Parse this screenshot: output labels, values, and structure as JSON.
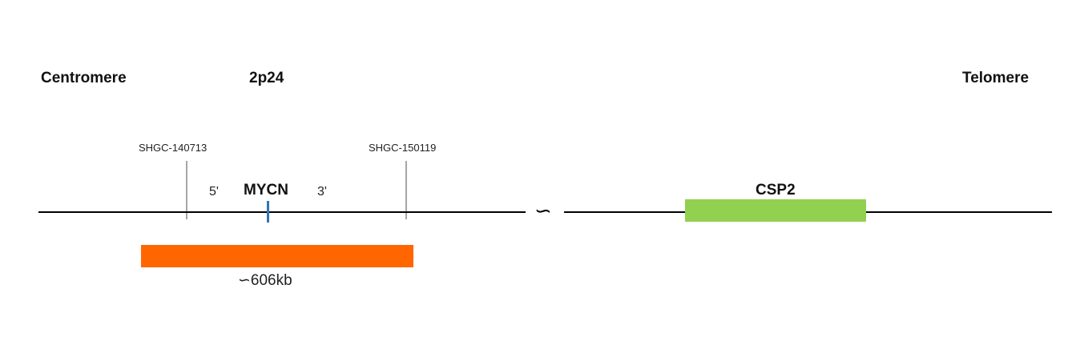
{
  "labels": {
    "centromere": "Centromere",
    "band": "2p24",
    "telomere": "Telomere"
  },
  "markers": {
    "left": "SHGC-140713",
    "right": "SHGC-150119"
  },
  "gene": {
    "name": "MYCN",
    "five_prime": "5'",
    "three_prime": "3'"
  },
  "probe": {
    "size_label": "∽606kb",
    "color": "#ff6600"
  },
  "control": {
    "name": "CSP2",
    "color": "#92d050"
  },
  "break_symbol": "∽",
  "colors": {
    "chromosome_line": "#000000",
    "marker_line": "#a6a6a6",
    "gene_tick": "#2e75b6"
  }
}
